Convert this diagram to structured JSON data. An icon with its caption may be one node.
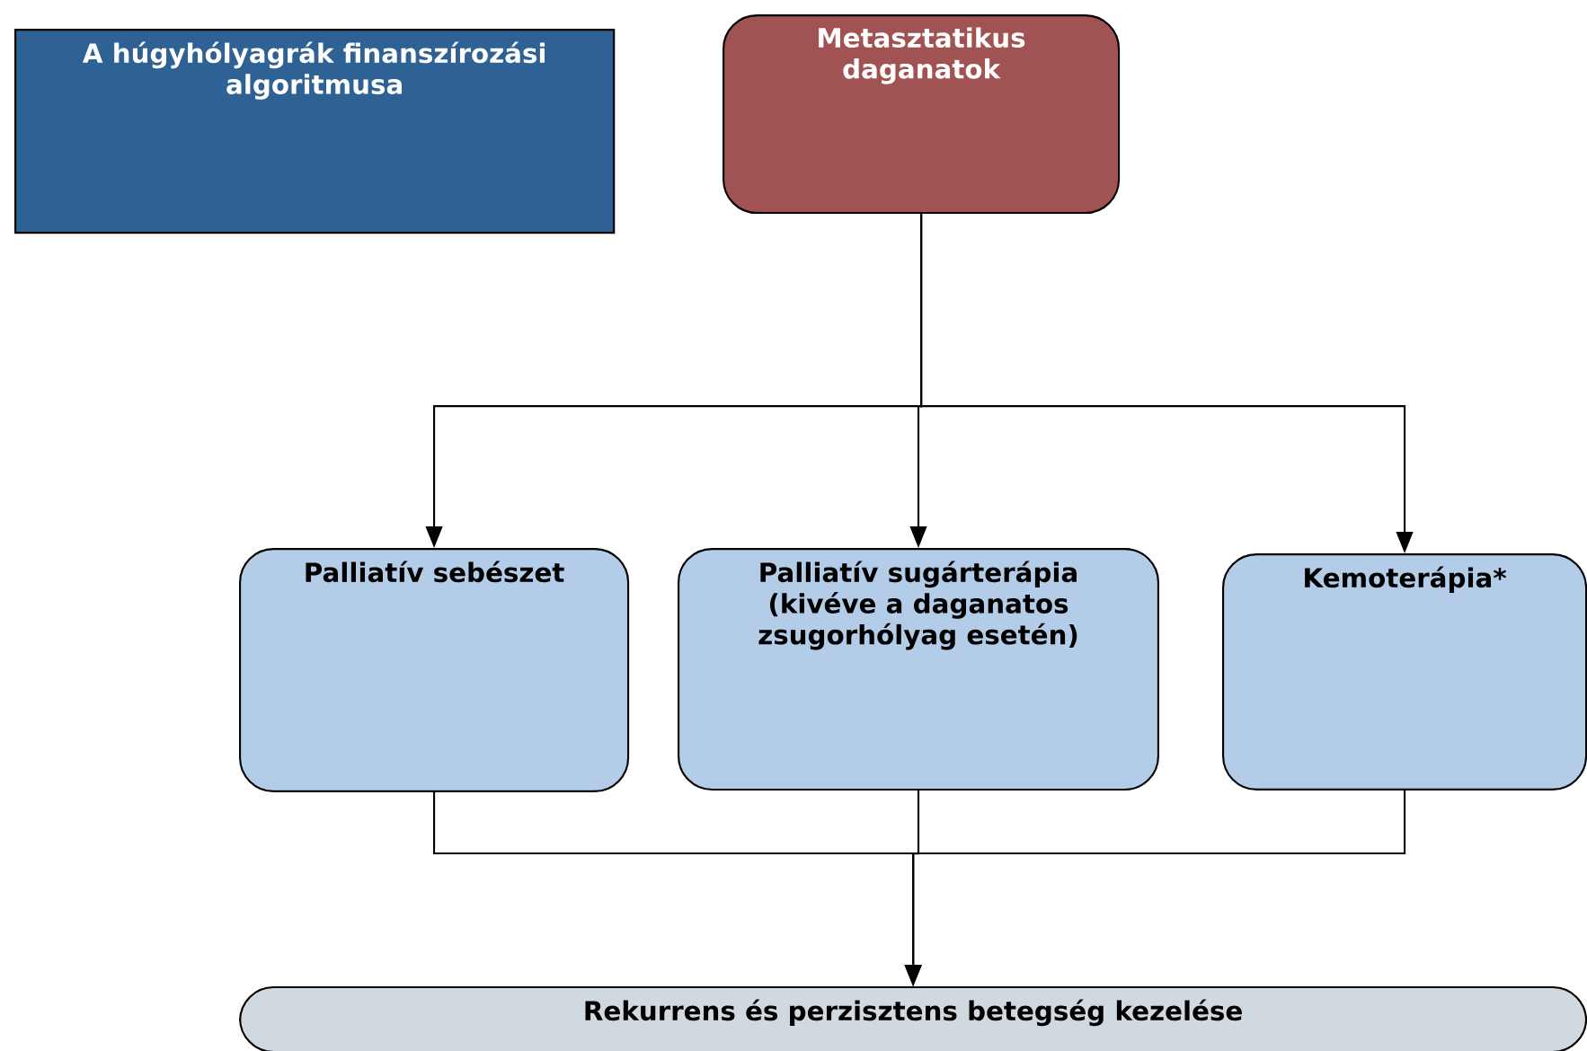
{
  "diagram": {
    "nodes": [
      {
        "text": [
          "A húgyhólyagrák finanszírozási algoritmusa"
        ]
      },
      {
        "text": [
          "Metasztatikus daganatok"
        ]
      },
      {
        "text": [
          "Palliatív sebészet"
        ]
      },
      {
        "text": [
          "Palliatív sugárterápia (kivéve a daganatos zsugorhólyag esetén)"
        ]
      },
      {
        "text": [
          "Kemoterápia*"
        ]
      },
      {
        "text": [
          "Rekurrens és perzisztens betegség kezelése"
        ]
      }
    ],
    "edges": [
      {
        "from": 1,
        "to": 2,
        "arrow": "to"
      },
      {
        "from": 1,
        "to": 3,
        "arrow": "to"
      },
      {
        "from": 1,
        "to": 4,
        "arrow": "to"
      },
      {
        "from": 2,
        "to": 5,
        "arrow": "to"
      },
      {
        "from": 3,
        "to": 5,
        "arrow": "to"
      },
      {
        "from": 4,
        "to": 5,
        "arrow": "to"
      }
    ]
  }
}
